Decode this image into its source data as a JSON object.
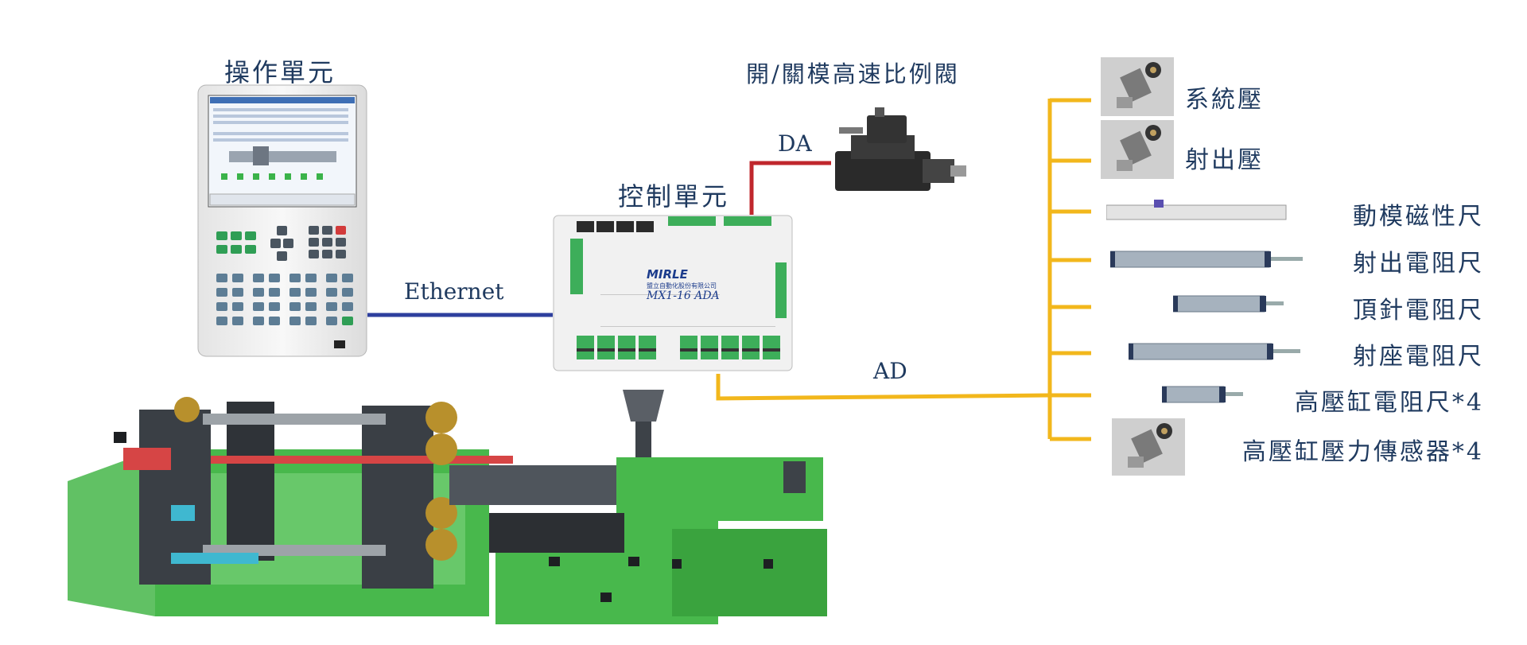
{
  "labels": {
    "operation_unit": "操作單元",
    "control_unit": "控制單元",
    "valve": "開/關模高速比例閥",
    "ethernet": "Ethernet",
    "da": "DA",
    "ad": "AD"
  },
  "controller": {
    "brand": "MIRLE",
    "company_text": "盟立自動化股份有限公司",
    "model": "MX1-16 ADA"
  },
  "sensors": [
    {
      "label": "系統壓",
      "icon": "pressure-transducer-icon"
    },
    {
      "label": "射出壓",
      "icon": "pressure-transducer-icon"
    },
    {
      "label": "動模磁性尺",
      "icon": "magnetic-scale-icon"
    },
    {
      "label": "射出電阻尺",
      "icon": "resistance-scale-icon"
    },
    {
      "label": "頂針電阻尺",
      "icon": "resistance-scale-icon"
    },
    {
      "label": "射座電阻尺",
      "icon": "resistance-scale-icon"
    },
    {
      "label": "高壓缸電阻尺*4",
      "icon": "resistance-scale-icon"
    },
    {
      "label": "高壓缸壓力傳感器*4",
      "icon": "pressure-transducer-icon"
    }
  ],
  "colors": {
    "ethernet_line": "#2e3f9e",
    "da_line": "#c0272d",
    "ad_line": "#f2b71c",
    "label_text": "#1f3a5f",
    "machine_green": "#45b649"
  }
}
